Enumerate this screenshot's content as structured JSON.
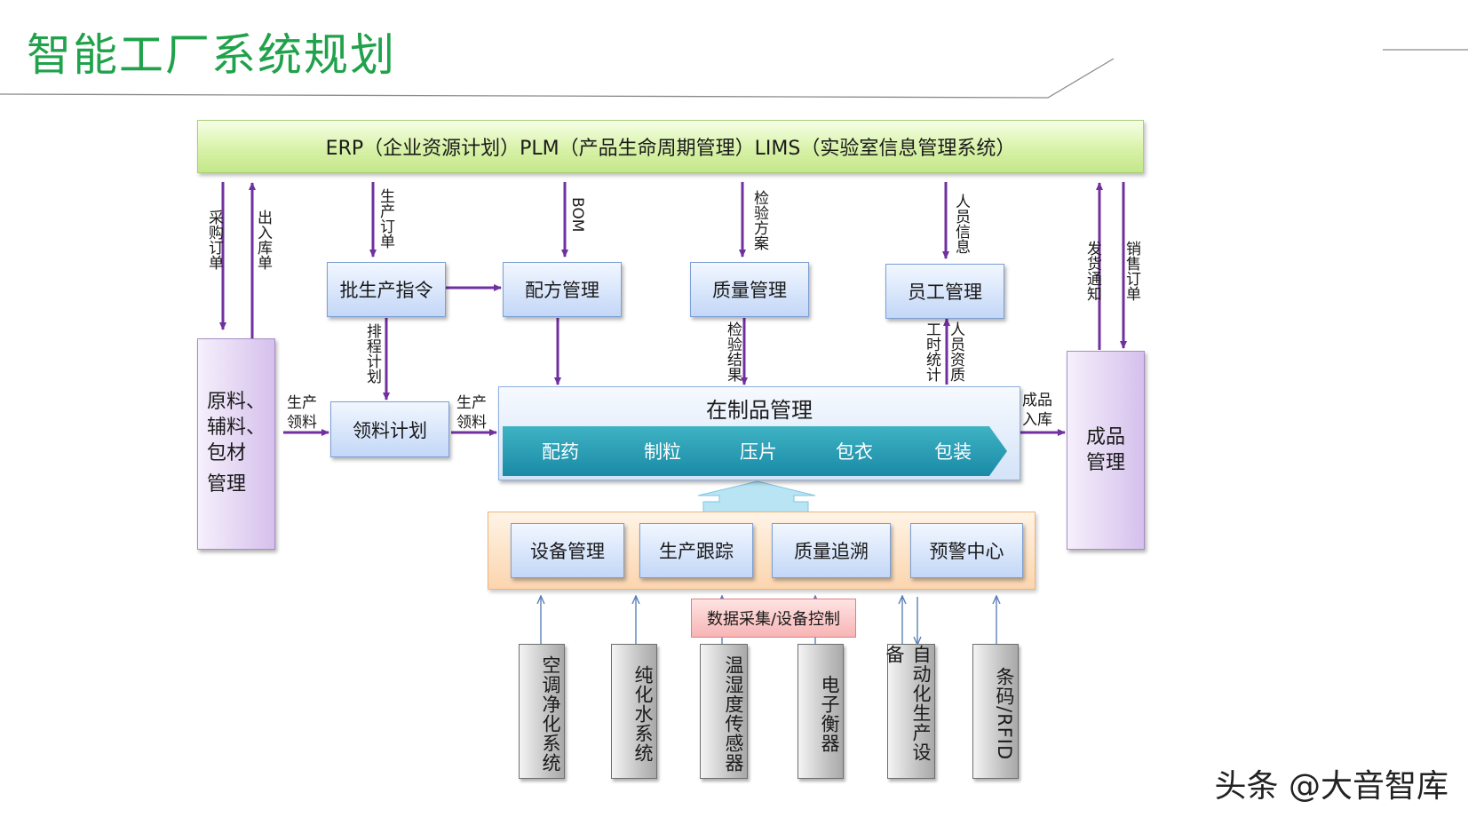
{
  "title": "智能工厂系统规划",
  "erp_bar": "ERP（企业资源计划）PLM（产品生命周期管理）LIMS（实验室信息管理系统）",
  "boxes": {
    "batch_order": "批生产指令",
    "formula": "配方管理",
    "quality": "质量管理",
    "staff": "员工管理",
    "material_plan": "领料计划",
    "raw_material": [
      "原料、",
      "辅料、",
      "包材",
      "管理"
    ],
    "finished": [
      "成品",
      "管理"
    ]
  },
  "wip": {
    "title": "在制品管理",
    "steps": [
      "配药",
      "制粒",
      "压片",
      "包衣",
      "包装"
    ]
  },
  "modules": [
    "设备管理",
    "生产跟踪",
    "质量追溯",
    "预警中心"
  ],
  "data_collection": "数据采集/设备控制",
  "devices": [
    "空调净化系统",
    "纯化水系统",
    "温湿度传感器",
    "电子衡器",
    "自动化生产设备",
    "条码/RFID"
  ],
  "labels": {
    "purchase_order": "采购订单",
    "inout_order": "出入库单",
    "production_order": "生产订单",
    "bom": "BOM",
    "inspection_plan": "检验方案",
    "staff_info": "人员信息",
    "delivery_notice": "发货通知",
    "sales_order": "销售订单",
    "schedule_plan": "排程计划",
    "inspection_result": "检验结果",
    "work_hours": "工时统计",
    "staff_qualification": "人员资质",
    "prod_pick_1": [
      "生产",
      "领料"
    ],
    "prod_pick_2": [
      "生产",
      "领料"
    ],
    "finished_in": [
      "成品",
      "入库"
    ]
  },
  "watermark": "头条 @大音智库",
  "colors": {
    "title": "#1fa24a",
    "arrow": "#7030a0",
    "thin_arrow": "#5b7fb8",
    "chevron": "#1f93ad"
  }
}
